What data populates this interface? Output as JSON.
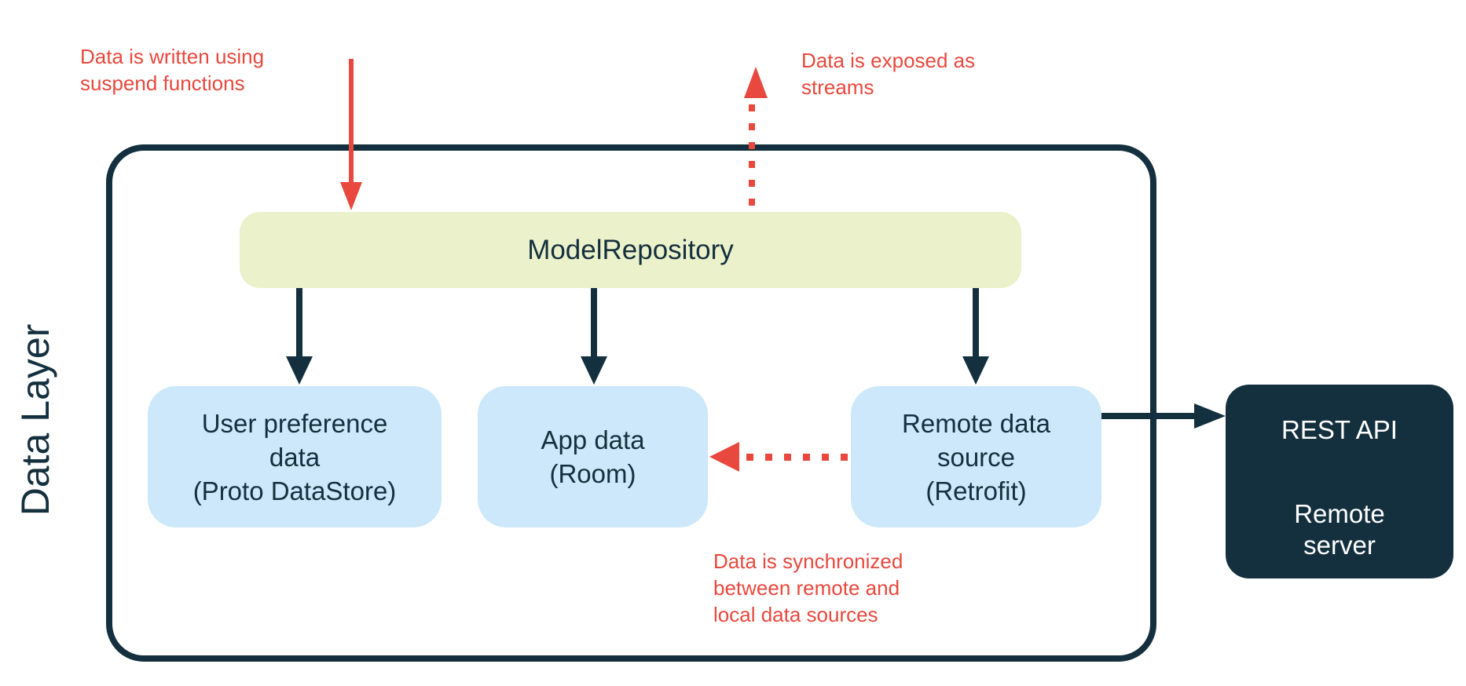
{
  "colors": {
    "navy": "#14303e",
    "light_blue": "#cce8fa",
    "green": "#ebf1ca",
    "red": "#e8483d",
    "white": "#ffffff"
  },
  "container": {
    "label": "Data Layer"
  },
  "nodes": {
    "repository": {
      "label": "ModelRepository"
    },
    "user_preference": {
      "lines": [
        "User preference",
        "data",
        "(Proto DataStore)"
      ]
    },
    "app_data": {
      "lines": [
        "App data",
        "(Room)"
      ]
    },
    "remote_source": {
      "lines": [
        "Remote data",
        "source",
        "(Retrofit)"
      ]
    },
    "rest_api": {
      "title": "REST API",
      "lines": [
        "Remote",
        "server"
      ]
    }
  },
  "annotations": {
    "written": {
      "lines": [
        "Data is written using",
        "suspend functions"
      ]
    },
    "exposed": {
      "lines": [
        "Data is exposed as",
        "streams"
      ]
    },
    "synchronized": {
      "lines": [
        "Data is synchronized",
        "between remote and",
        "local data sources"
      ]
    }
  }
}
